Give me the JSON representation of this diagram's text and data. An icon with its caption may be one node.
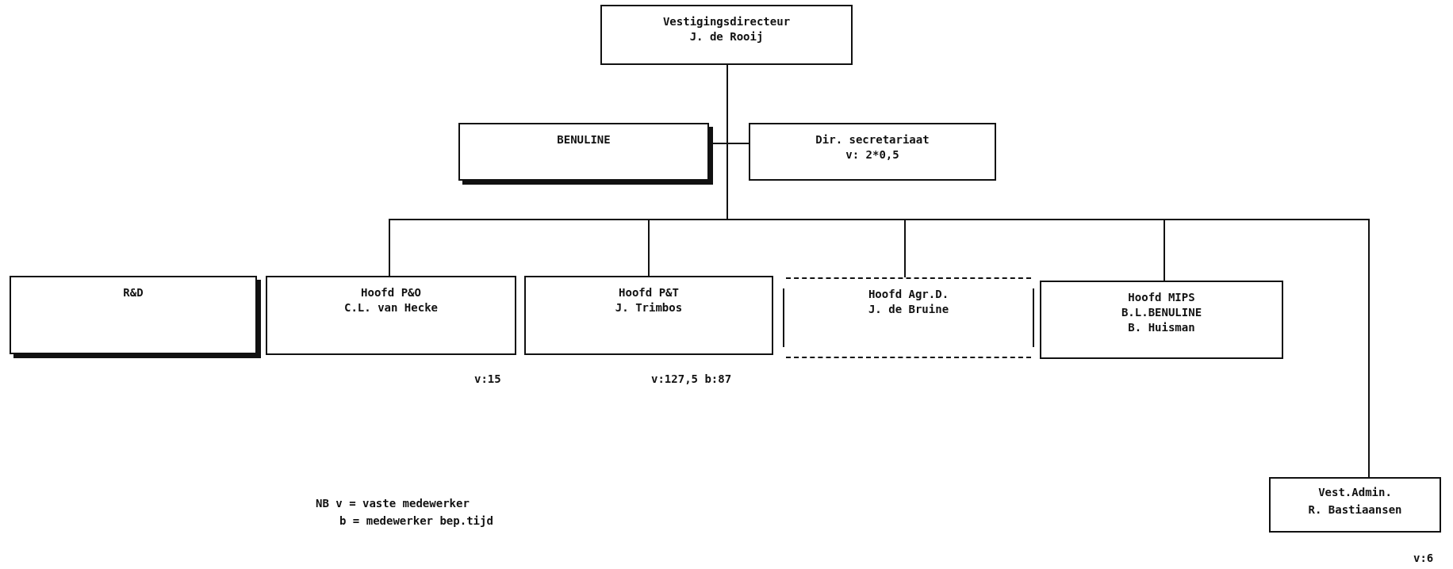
{
  "diagram": {
    "nodes": [
      {
        "text": [
          "Vestigingsdirecteur",
          "J. de Rooij"
        ]
      },
      {
        "text": [
          "BENULINE"
        ]
      },
      {
        "text": [
          "Dir. secretariaat",
          "v: 2*0,5"
        ]
      },
      {
        "text": [
          "R&D"
        ]
      },
      {
        "text": [
          "Hoofd P&O",
          "C.L. van Hecke"
        ],
        "beside": [
          "v:15"
        ]
      },
      {
        "text": [
          "Hoofd P&T",
          "J. Trimbos"
        ],
        "beside": [
          "v:127,5 b:87"
        ]
      },
      {
        "text": [
          "Hoofd Agr.D.",
          "J. de Bruine"
        ]
      },
      {
        "text": [
          "Hoofd MIPS",
          "B.L.BENULINE",
          "B. Huisman"
        ]
      },
      {
        "text": [
          "Vest.Admin.",
          "R. Bastiaansen"
        ],
        "beside": [
          "v:6"
        ]
      }
    ],
    "edges": [
      {
        "from": 0,
        "to": 1,
        "arrow": "none"
      },
      {
        "from": 0,
        "to": 2,
        "arrow": "none"
      },
      {
        "from": 0,
        "to": 4,
        "arrow": "none"
      },
      {
        "from": 0,
        "to": 5,
        "arrow": "none"
      },
      {
        "from": 0,
        "to": 6,
        "arrow": "none"
      },
      {
        "from": 0,
        "to": 7,
        "arrow": "none"
      },
      {
        "from": 0,
        "to": 8,
        "arrow": "none"
      }
    ],
    "labels": [
      "NB v = vaste medewerker",
      "b = medewerker bep.tijd"
    ]
  }
}
